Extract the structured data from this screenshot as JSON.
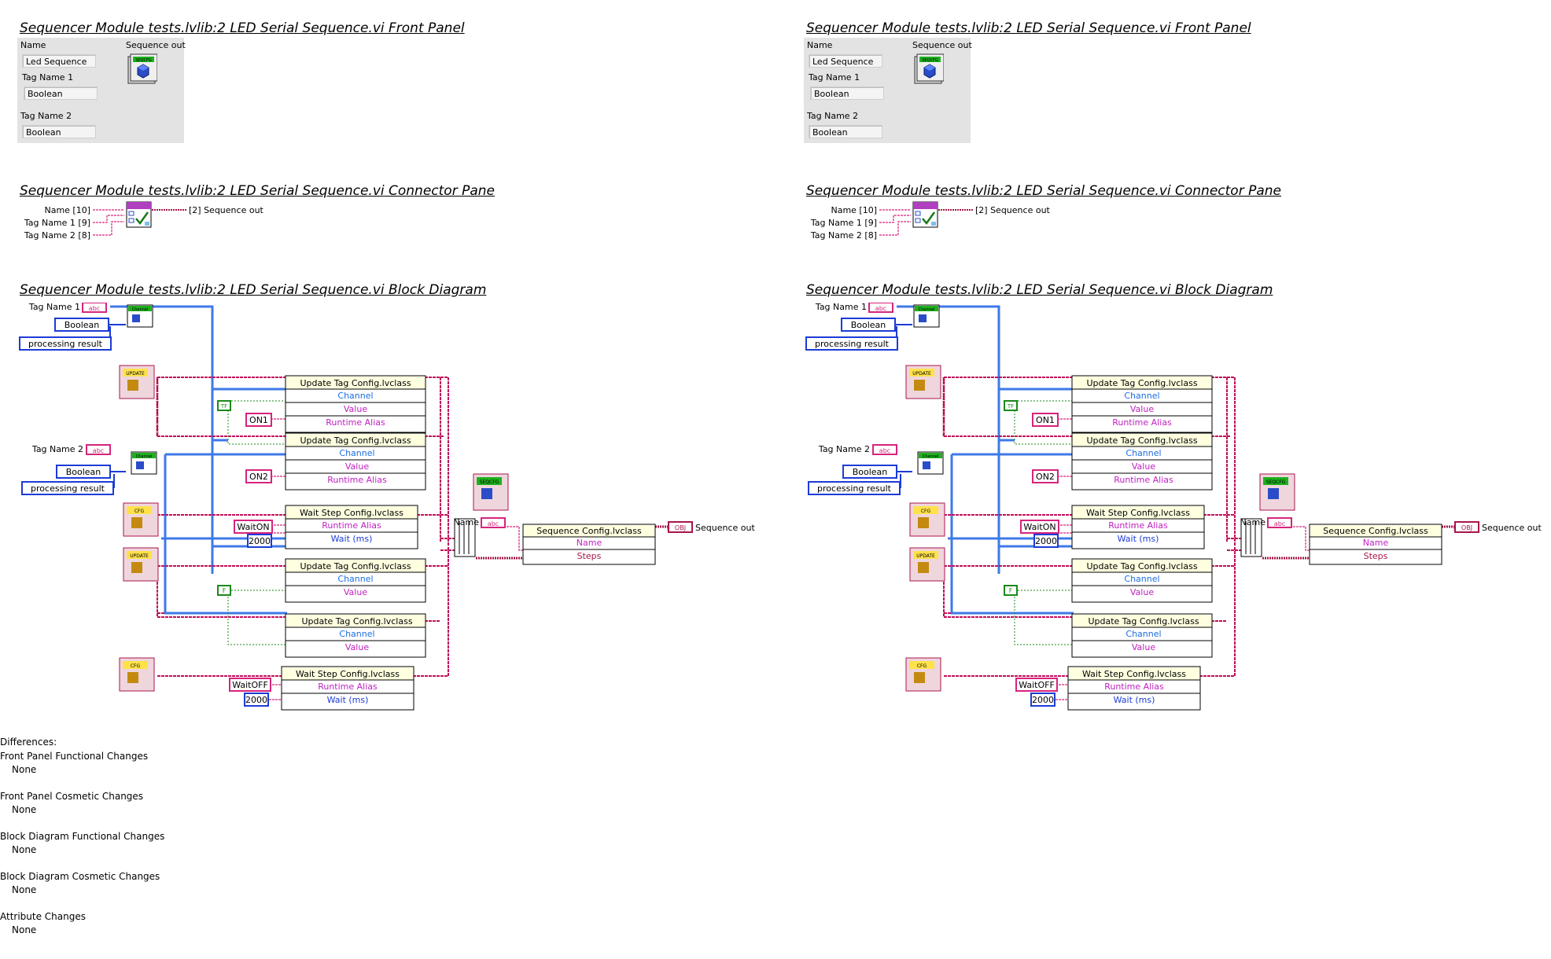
{
  "front_panel": {
    "title": "Sequencer Module tests.lvlib:2 LED Serial Sequence.vi Front Panel",
    "name_label": "Name",
    "name_value": "Led Sequence",
    "tag1_label": "Tag Name 1",
    "tag1_value": "Boolean",
    "tag2_label": "Tag Name 2",
    "tag2_value": "Boolean",
    "seq_out_label": "Sequence out",
    "seq_icon_text": "SEQCFG"
  },
  "connector_pane": {
    "title": "Sequencer Module tests.lvlib:2 LED Serial Sequence.vi Connector Pane",
    "inputs": [
      "Name [10]",
      "Tag Name 1 [9]",
      "Tag Name 2 [8]"
    ],
    "output": "[2] Sequence out"
  },
  "block_diagram": {
    "title": "Sequencer Module tests.lvlib:2 LED Serial Sequence.vi Block Diagram",
    "tag_name_1": "Tag Name 1",
    "tag_name_2": "Tag Name 2",
    "name": "Name",
    "sequence_out": "Sequence out",
    "abc": "abc",
    "boolean_ring": "Boolean",
    "processing_result": "processing result",
    "channel": "Channel",
    "updt": "UPDATE",
    "cfg": "CFG",
    "seqcfg": "SEQCFG",
    "obj": "OBJ",
    "tf": "TF",
    "f": "F",
    "on1": "ON1",
    "on2": "ON2",
    "waiton": "WaitON",
    "waitoff": "WaitOFF",
    "n2000": "2000",
    "update_tag_cfg": "Update Tag Config.lvclass",
    "wait_step_cfg": "Wait Step Config.lvclass",
    "sequence_cfg": "Sequence Config.lvclass",
    "f_channel": "Channel",
    "f_value": "Value",
    "f_runtime_alias": "Runtime Alias",
    "f_wait_ms": "Wait (ms)",
    "f_name": "Name",
    "f_steps": "Steps"
  },
  "differences": {
    "heading": "Differences:",
    "items": [
      {
        "label": "Front Panel Functional Changes",
        "value": "None"
      },
      {
        "label": "Front Panel Cosmetic Changes",
        "value": "None"
      },
      {
        "label": "Block Diagram Functional Changes",
        "value": "None"
      },
      {
        "label": "Block Diagram Cosmetic Changes",
        "value": "None"
      },
      {
        "label": "Attribute Changes",
        "value": "None"
      }
    ]
  },
  "colors": {
    "string_wire": "#d6247d",
    "class_wire": "#a8164c",
    "enum_wire": "#1c3cd6",
    "channel_wire": "#3e79e8",
    "bool_wire": "#1a8a1a",
    "node_header": "#ffffe0"
  }
}
